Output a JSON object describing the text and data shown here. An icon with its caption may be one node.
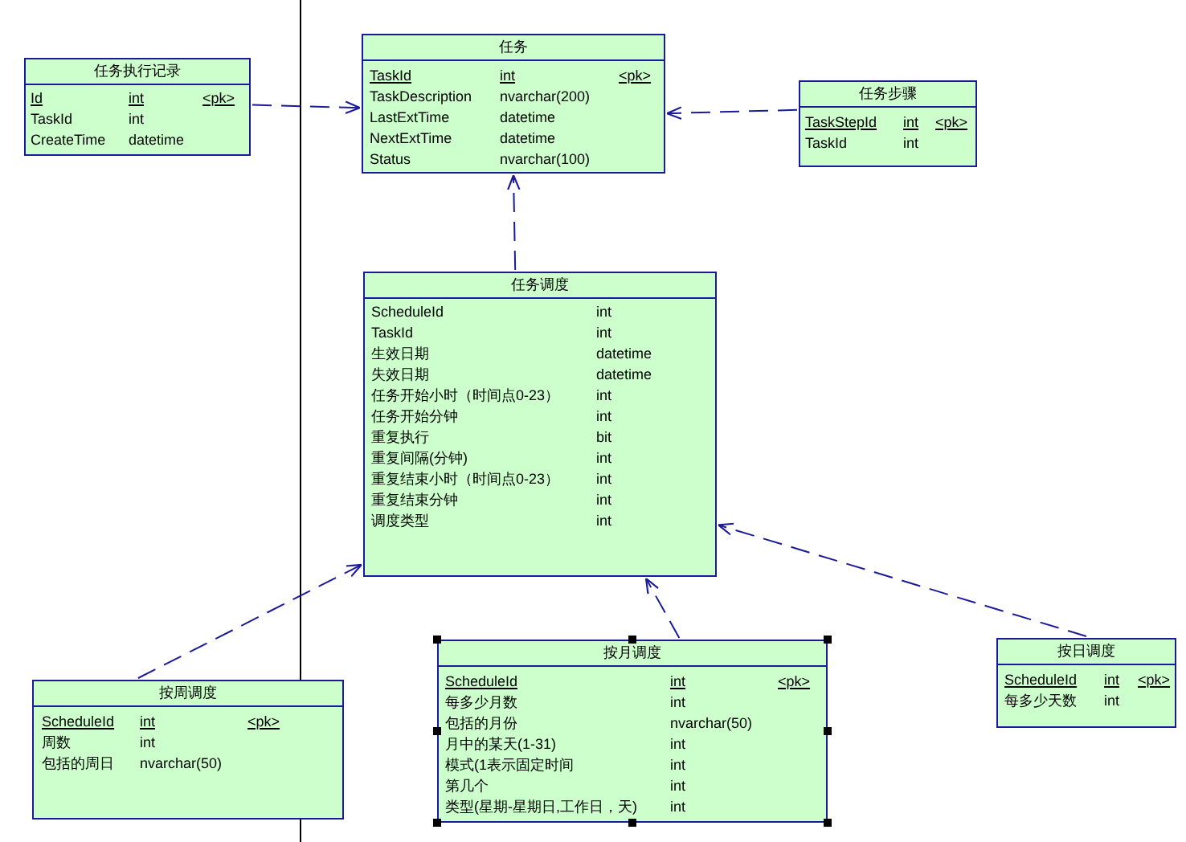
{
  "diagram": {
    "nodes": [
      {
        "text": [
          "任务执行记录",
          "Id",
          "int",
          "<pk>",
          "TaskId",
          "int",
          "CreateTime",
          "datetime"
        ]
      },
      {
        "text": [
          "任务",
          "TaskId",
          "int",
          "<pk>",
          "TaskDescription",
          "nvarchar(200)",
          "LastExtTime",
          "datetime",
          "NextExtTime",
          "datetime",
          "Status",
          "nvarchar(100)"
        ]
      },
      {
        "text": [
          "任务步骤",
          "TaskStepId",
          "int",
          "<pk>",
          "TaskId",
          "int"
        ]
      },
      {
        "text": [
          "任务调度",
          "ScheduleId",
          "int",
          "TaskId",
          "int",
          "生效日期",
          "datetime",
          "失效日期",
          "datetime",
          "任务开始小时（时间点0-23）",
          "int",
          "任务开始分钟",
          "int",
          "重复执行",
          "bit",
          "重复间隔(分钟)",
          "int",
          "重复结束小时（时间点0-23）",
          "int",
          "重复结束分钟",
          "int",
          "调度类型",
          "int"
        ]
      },
      {
        "text": [
          "按周调度",
          "ScheduleId",
          "int",
          "<pk>",
          "周数",
          "int",
          "包括的周日",
          "nvarchar(50)"
        ]
      },
      {
        "text": [
          "按月调度",
          "ScheduleId",
          "int",
          "<pk>",
          "每多少月数",
          "int",
          "包括的月份",
          "nvarchar(50)",
          "月中的某天(1-31)",
          "int",
          "模式(1表示固定时间",
          "int",
          "第几个",
          "int",
          "类型(星期-星期日,工作日，天)",
          "int"
        ]
      },
      {
        "text": [
          "按日调度",
          "ScheduleId",
          "int",
          "<pk>",
          "每多少天数",
          "int"
        ]
      }
    ],
    "edges": [
      {
        "from": 0,
        "to": 1,
        "arrow": "to",
        "style": "dashed"
      },
      {
        "from": 2,
        "to": 1,
        "arrow": "to",
        "style": "dashed"
      },
      {
        "from": 3,
        "to": 1,
        "arrow": "to",
        "style": "dashed"
      },
      {
        "from": 4,
        "to": 3,
        "arrow": "to",
        "style": "dashed"
      },
      {
        "from": 5,
        "to": 3,
        "arrow": "to",
        "style": "dashed"
      },
      {
        "from": 6,
        "to": 3,
        "arrow": "to",
        "style": "dashed"
      }
    ]
  }
}
